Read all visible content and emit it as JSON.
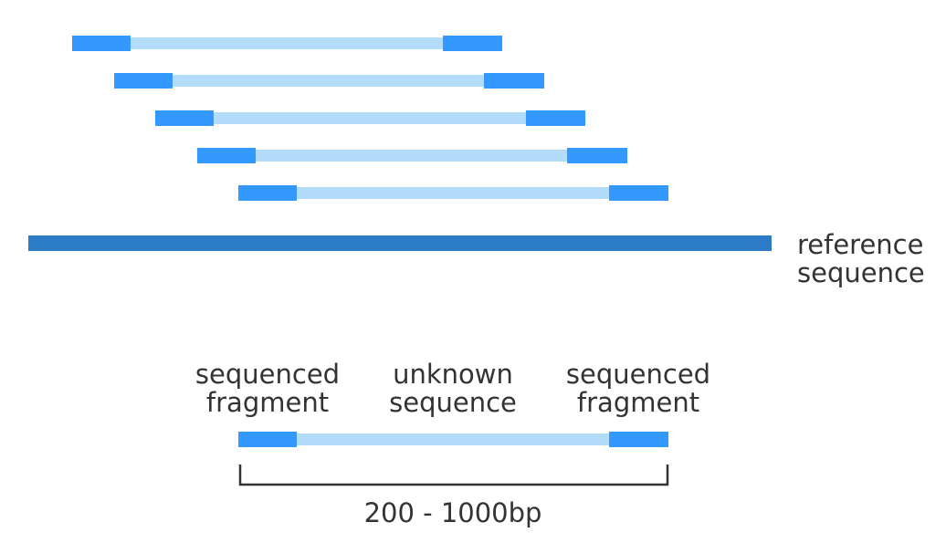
{
  "colors": {
    "read_end": "#3399ff",
    "insert": "#b3dcfa",
    "reference": "#2c7bc6",
    "text": "#333333",
    "bracket": "#333333"
  },
  "reads_count_visible": 5,
  "reference": {
    "label_line1": "reference",
    "label_line2": "sequence"
  },
  "legend": {
    "left_label_line1": "sequenced",
    "left_label_line2": "fragment",
    "middle_label_line1": "unknown",
    "middle_label_line2": "sequence",
    "right_label_line1": "sequenced",
    "right_label_line2": "fragment",
    "length_label": "200 - 1000bp"
  }
}
